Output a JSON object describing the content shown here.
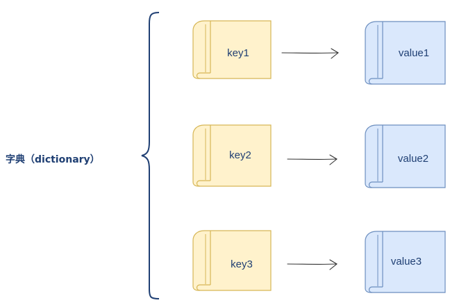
{
  "diagram": {
    "title": "字典（dictionary）",
    "rows": [
      {
        "key": "key1",
        "value": "value1"
      },
      {
        "key": "key2",
        "value": "value2"
      },
      {
        "key": "key3",
        "value": "value3"
      }
    ]
  },
  "colors": {
    "key_fill": "#fff2cc",
    "key_stroke": "#d6b656",
    "value_fill": "#dae8fc",
    "value_stroke": "#6c8ebf",
    "text": "#1f3f73",
    "brace": "#1f3f73",
    "arrow": "#333333"
  }
}
